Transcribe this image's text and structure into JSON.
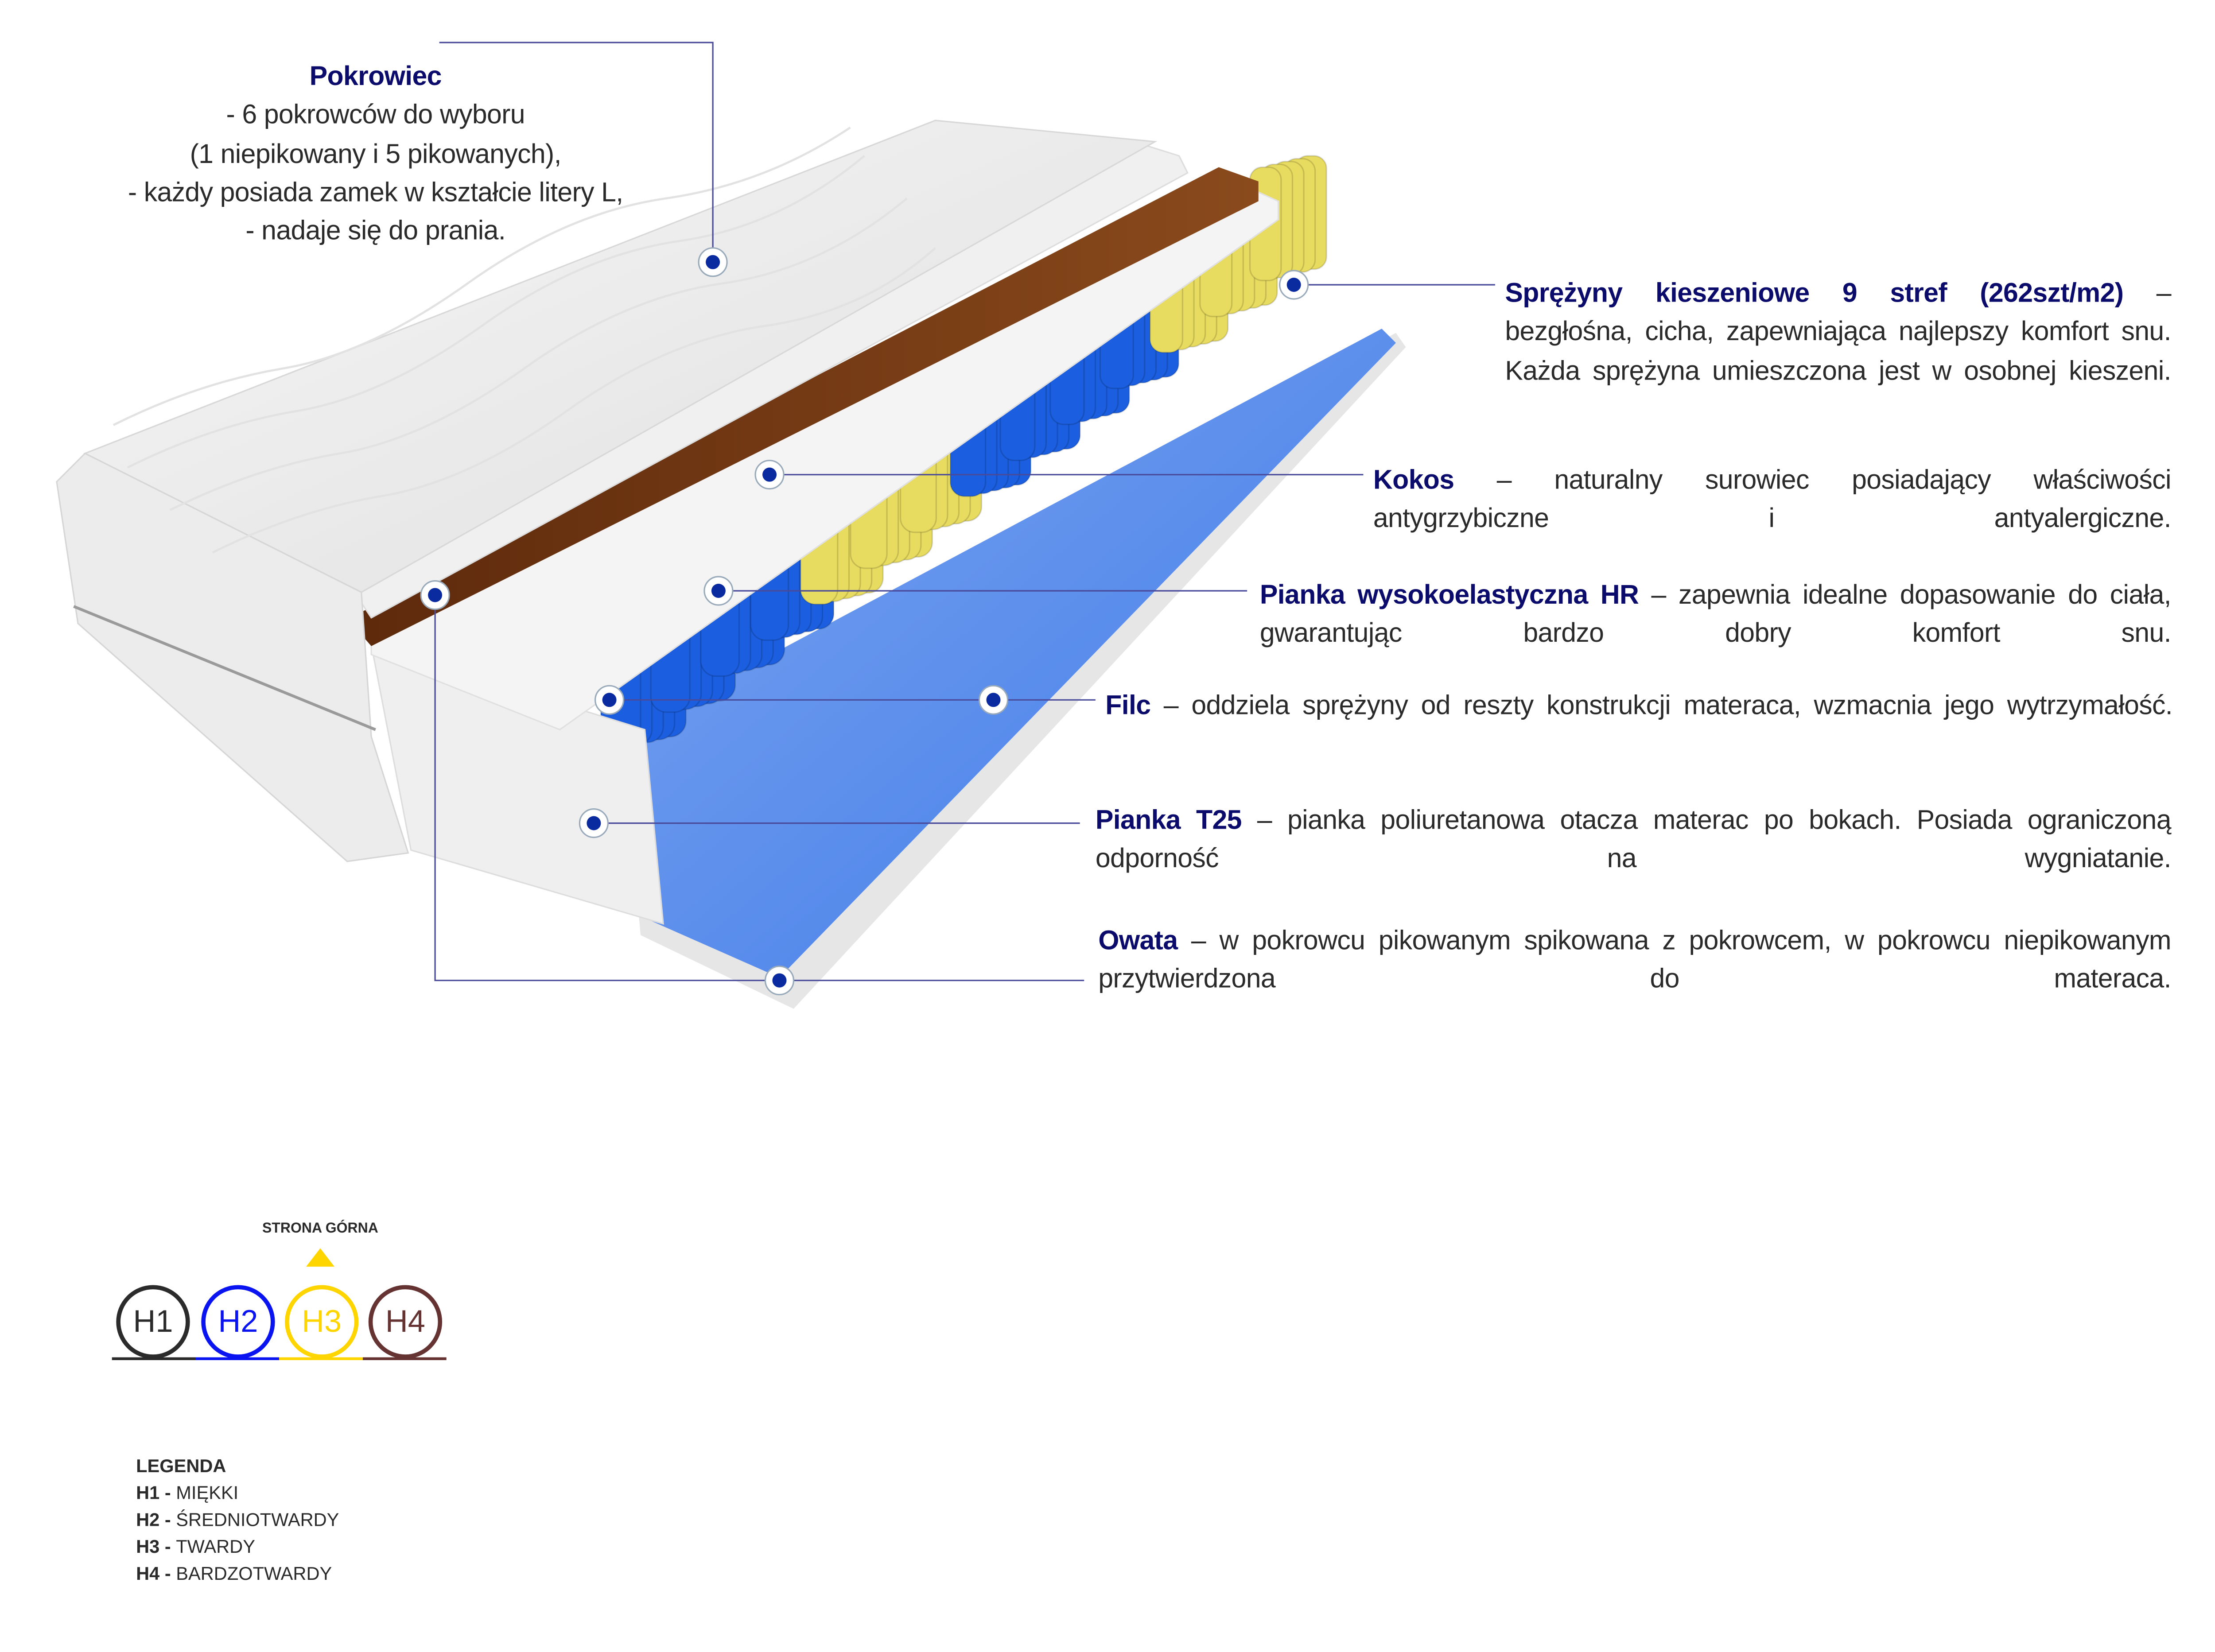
{
  "callouts": {
    "pokrowiec": {
      "title": "Pokrowiec",
      "lines": [
        "- 6 pokrowców do wyboru",
        "(1 niepikowany i 5 pikowanych),",
        "-  każdy posiada zamek w kształcie litery L,",
        "- nadaje się do prania."
      ]
    },
    "sprezyny": {
      "title": "Sprężyny kieszeniowe 9 stref (262szt/m2)",
      "text": " – bezgłośna, cicha, zapewniająca najlepszy komfort snu. Każda sprężyna umieszczona jest w osobnej kieszeni."
    },
    "kokos": {
      "title": "Kokos",
      "text": " – naturalny surowiec posiadający właściwości antygrzybiczne i antyalergiczne."
    },
    "pianka_hr": {
      "title": "Pianka wysokoelastyczna HR",
      "text": " – zapewnia idealne dopasowanie do ciała, gwarantując bardzo dobry komfort snu."
    },
    "filc": {
      "title": "Filc",
      "text": " – oddziela sprężyny od reszty konstrukcji materaca, wzmacnia jego wytrzymałość."
    },
    "pianka_t25": {
      "title": "Pianka T25",
      "text": " – pianka poliuretanowa otacza materac po bokach. Posiada ograniczoną odporność na wygniatanie."
    },
    "owata": {
      "title": "Owata",
      "text": " – w pokrowcu pikowanym spikowana z pokrowcem, w pokrowcu niepikowanym przytwierdzona do materaca."
    }
  },
  "hardness": {
    "top_side_label": "STRONA GÓRNA",
    "selected": "H3",
    "levels": [
      {
        "code": "H1",
        "color": "#2b2b2b"
      },
      {
        "code": "H2",
        "color": "#0a14f0"
      },
      {
        "code": "H3",
        "color": "#ffd500"
      },
      {
        "code": "H4",
        "color": "#663333"
      }
    ]
  },
  "legend": {
    "title": "LEGENDA",
    "items": [
      {
        "code": "H1",
        "sep": " - ",
        "label": "MIĘKKI"
      },
      {
        "code": "H2",
        "sep": " - ",
        "label": "ŚREDNIOTWARDY"
      },
      {
        "code": "H3",
        "sep": " - ",
        "label": "TWARDY"
      },
      {
        "code": "H4",
        "sep": " - ",
        "label": "BARDZOTWARDY"
      }
    ]
  },
  "colors": {
    "accent": "#0b0b6b",
    "dot": "#0a2aa0",
    "spring_blue": "#1b5fe0",
    "spring_yellow": "#e8dc60",
    "coconut": "#7a3d14"
  }
}
